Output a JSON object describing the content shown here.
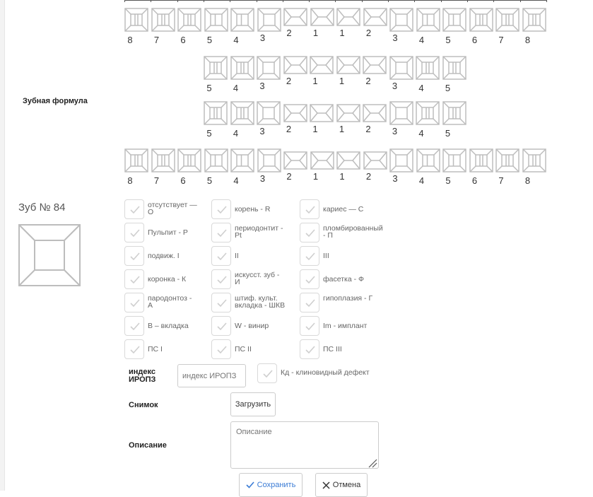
{
  "formula": {
    "label": "Зубная формула",
    "rows": [
      {
        "row": "upper-permanent",
        "numbers": [
          "8",
          "7",
          "6",
          "5",
          "4",
          "3",
          "2",
          "1",
          "1",
          "2",
          "3",
          "4",
          "5",
          "6",
          "7",
          "8"
        ]
      },
      {
        "row": "upper-primary",
        "numbers": [
          "5",
          "4",
          "3",
          "2",
          "1",
          "1",
          "2",
          "3",
          "4",
          "5"
        ]
      },
      {
        "row": "lower-primary",
        "numbers": [
          "5",
          "4",
          "3",
          "2",
          "1",
          "1",
          "2",
          "3",
          "4",
          "5"
        ]
      },
      {
        "row": "lower-permanent",
        "numbers": [
          "8",
          "7",
          "6",
          "5",
          "4",
          "3",
          "2",
          "1",
          "1",
          "2",
          "3",
          "4",
          "5",
          "6",
          "7",
          "8"
        ]
      }
    ]
  },
  "tooth": {
    "title": "Зуб № 84"
  },
  "options": [
    {
      "label": "отсутствует — О"
    },
    {
      "label": "корень - R"
    },
    {
      "label": "кариес — С"
    },
    {
      "label": "Пульпит - Р"
    },
    {
      "label": "периодонтит - Pt"
    },
    {
      "label": "пломбированный - П"
    },
    {
      "label": "подвиж. I"
    },
    {
      "label": "II"
    },
    {
      "label": "III"
    },
    {
      "label": "коронка - К"
    },
    {
      "label": "искусст. зуб - И"
    },
    {
      "label": "фасетка - Ф"
    },
    {
      "label": "пародонтоз - А"
    },
    {
      "label": "штиф. культ. вкладка - ШКВ"
    },
    {
      "label": "гипоплазия - Г"
    },
    {
      "label": "В – вкладка"
    },
    {
      "label": "W - винир"
    },
    {
      "label": "Im - имплант"
    },
    {
      "label": "ПС I"
    },
    {
      "label": "ПС II"
    },
    {
      "label": "ПС III"
    }
  ],
  "index": {
    "label": "индекс ИРОПЗ",
    "placeholder": "индекс ИРОПЗ"
  },
  "kd": {
    "label": "Кд - клиновидный дефект"
  },
  "snapshot": {
    "label": "Снимок",
    "button": "Загрузить"
  },
  "description": {
    "label": "Описание",
    "placeholder": "Описание"
  },
  "actions": {
    "save": "Сохранить",
    "cancel": "Отмена"
  },
  "colors": {
    "tooth_stroke": "#bdbdbd",
    "check": "#cfcfcf",
    "save_icon": "#3a7bd5"
  }
}
